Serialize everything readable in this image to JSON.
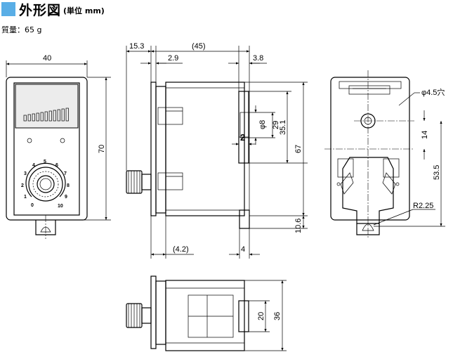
{
  "title": {
    "main": "外形図",
    "sub": "(単位 mm)",
    "accent_color": "#5aaee6"
  },
  "mass": "質量：65 g",
  "front_view": {
    "width_label": "40",
    "height_label": "70",
    "scale_numbers": [
      "0",
      "1",
      "2",
      "3",
      "4",
      "5",
      "6",
      "7",
      "8",
      "9",
      "10"
    ]
  },
  "side_view": {
    "dims": {
      "d15_3": "15.3",
      "d45": "(45)",
      "d2_9": "2.9",
      "d3_8": "3.8",
      "d_phi8": "φ8",
      "d29": "29",
      "d35_1": "35.1",
      "d67": "67",
      "d2": "2",
      "d10_6": "10.6",
      "d4_2": "(4.2)",
      "d4": "4"
    }
  },
  "rear_view": {
    "dims": {
      "hole": "φ4.5穴",
      "d14": "14",
      "d53_5": "53.5",
      "r2_25": "R2.25"
    }
  },
  "top_view": {
    "dims": {
      "d20": "20",
      "d36": "36"
    }
  }
}
